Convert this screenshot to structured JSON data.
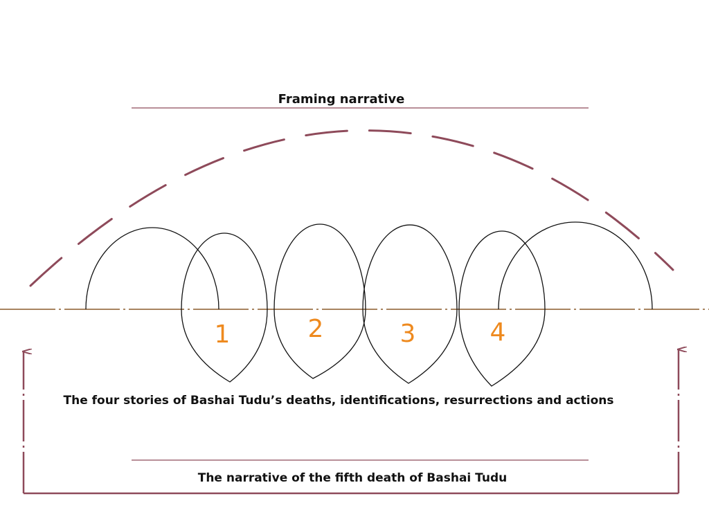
{
  "labels": {
    "top": "Framing narrative",
    "middle": "The four stories of Bashai Tudu’s deaths, identifications, resurrections and actions",
    "bottom": "The narrative of the fifth death of Bashai Tudu"
  },
  "stories": [
    "1",
    "2",
    "3",
    "4"
  ],
  "colors": {
    "frame": "#8e4a5a",
    "axis": "#8a5a2a",
    "outline": "#111111",
    "number": "#ee8a1f"
  }
}
